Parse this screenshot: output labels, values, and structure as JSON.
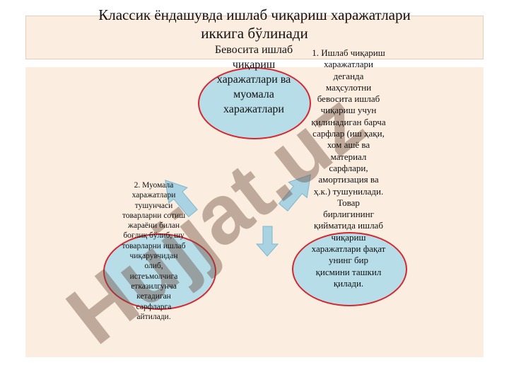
{
  "title": {
    "line1": "Классик ёндашувда ишлаб чиқариш харажатлари",
    "line2": "иккига бўлинади"
  },
  "center_node": {
    "text": "Бевосита ишлаб чиқариш харажатлари ва муомала харажатлари"
  },
  "right_text": "1. Ишлаб чиқариш харажатлари деганда маҳсулотни бевосита ишлаб чиқариш учун қилинадиган барча сарфлар (иш ҳақи, хом ашё ва материал сарфлари, амортизация ва ҳ.к.) тушунилади. Товар бирлигининг қийматида ишлаб чиқариш харажатлари фақат унинг бир қисмини ташкил қилади.",
  "left_text": "2. Муомала харажатлари тушунчаси товарларни сотиш жараёни билан боғлиқ бўлиб, шу товарларни ишлаб чиқарувчидан олиб, истеъмолчига етказилгунча кетадиган сарфларга айтилади.",
  "watermark": "Hujjat.uz",
  "colors": {
    "panel": "#fbeee1",
    "circle_fill": "#b7dde8",
    "circle_border": "#d8262e",
    "arrow": "#a9d3e2"
  }
}
